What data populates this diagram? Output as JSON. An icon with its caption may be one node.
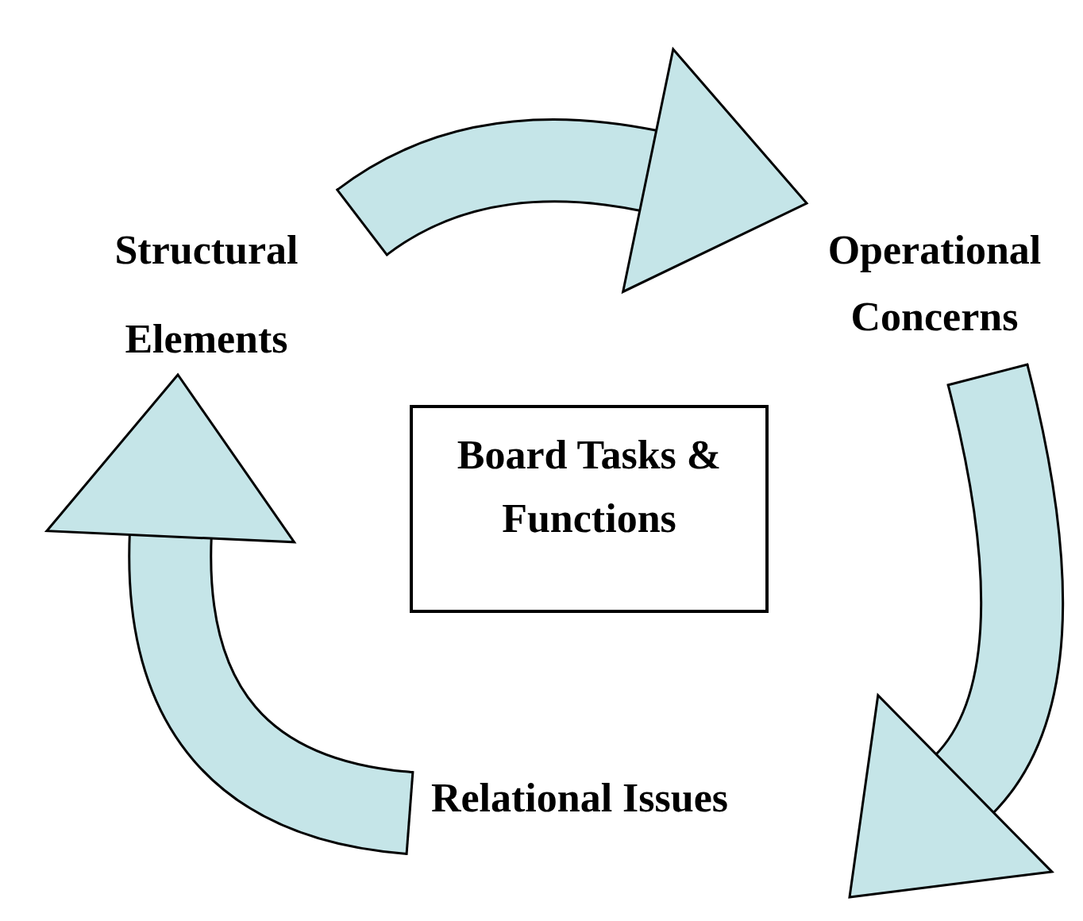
{
  "diagram": {
    "nodes": [
      {
        "text": [
          "Structural Elements"
        ]
      },
      {
        "text": [
          "Operational Concerns"
        ]
      },
      {
        "text": [
          "Relational Issues"
        ]
      },
      {
        "text": [
          "Board Tasks & Functions"
        ]
      }
    ],
    "edges": [
      {
        "from": 0,
        "to": 1,
        "arrow": "to"
      },
      {
        "from": 1,
        "to": 2,
        "arrow": "to"
      },
      {
        "from": 2,
        "to": 0,
        "arrow": "to"
      }
    ]
  }
}
